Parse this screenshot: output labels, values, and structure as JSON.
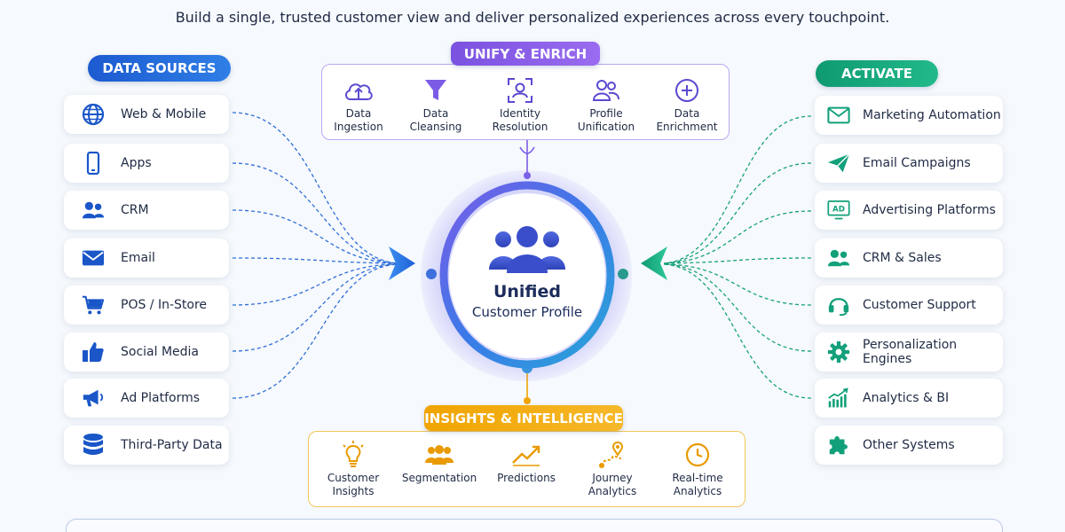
{
  "subtitle": "Build a single, trusted customer view and deliver personalized experiences across every touchpoint.",
  "data_sources": {
    "label": "DATA SOURCES",
    "items": [
      {
        "label": "Web & Mobile",
        "icon": "globe-icon"
      },
      {
        "label": "Apps",
        "icon": "smartphone-icon"
      },
      {
        "label": "CRM",
        "icon": "users-icon"
      },
      {
        "label": "Email",
        "icon": "envelope-icon"
      },
      {
        "label": "POS / In-Store",
        "icon": "shopping-cart-icon"
      },
      {
        "label": "Social Media",
        "icon": "thumbs-up-icon"
      },
      {
        "label": "Ad Platforms",
        "icon": "megaphone-icon"
      },
      {
        "label": "Third-Party Data",
        "icon": "database-icon"
      }
    ]
  },
  "unify": {
    "label": "UNIFY & ENRICH",
    "steps": [
      {
        "line1": "Data",
        "line2": "Ingestion",
        "icon": "cloud-upload-icon"
      },
      {
        "line1": "Data",
        "line2": "Cleansing",
        "icon": "funnel-icon"
      },
      {
        "line1": "Identity",
        "line2": "Resolution",
        "icon": "face-scan-icon"
      },
      {
        "line1": "Profile",
        "line2": "Unification",
        "icon": "profiles-icon"
      },
      {
        "line1": "Data",
        "line2": "Enrichment",
        "icon": "plus-circle-icon"
      }
    ]
  },
  "hub": {
    "title": "Unified",
    "subtitle": "Customer Profile",
    "icon": "user-group-icon"
  },
  "activate": {
    "label": "ACTIVATE",
    "items": [
      {
        "label": "Marketing Automation",
        "icon": "mail-icon"
      },
      {
        "label": "Email Campaigns",
        "icon": "paper-plane-icon"
      },
      {
        "label": "Advertising Platforms",
        "icon": "ad-screen-icon"
      },
      {
        "label": "CRM & Sales",
        "icon": "team-icon"
      },
      {
        "label": "Customer Support",
        "icon": "headset-icon"
      },
      {
        "label": "Personalization Engines",
        "icon": "gear-icon"
      },
      {
        "label": "Analytics & BI",
        "icon": "bar-chart-icon"
      },
      {
        "label": "Other Systems",
        "icon": "puzzle-icon"
      }
    ]
  },
  "insights": {
    "label": "INSIGHTS & INTELLIGENCE",
    "steps": [
      {
        "line1": "Customer",
        "line2": "Insights",
        "icon": "lightbulb-icon"
      },
      {
        "line1": "Segmentation",
        "line2": "",
        "icon": "segment-group-icon"
      },
      {
        "line1": "Predictions",
        "line2": "",
        "icon": "trend-up-icon"
      },
      {
        "line1": "Journey",
        "line2": "Analytics",
        "icon": "route-pin-icon"
      },
      {
        "line1": "Real-time",
        "line2": "Analytics",
        "icon": "clock-icon"
      }
    ]
  },
  "colors": {
    "sources_accent": "#1a56c8",
    "unify_accent": "#7b5ce6",
    "activate_accent": "#12a07a",
    "insights_accent": "#f0a400"
  }
}
